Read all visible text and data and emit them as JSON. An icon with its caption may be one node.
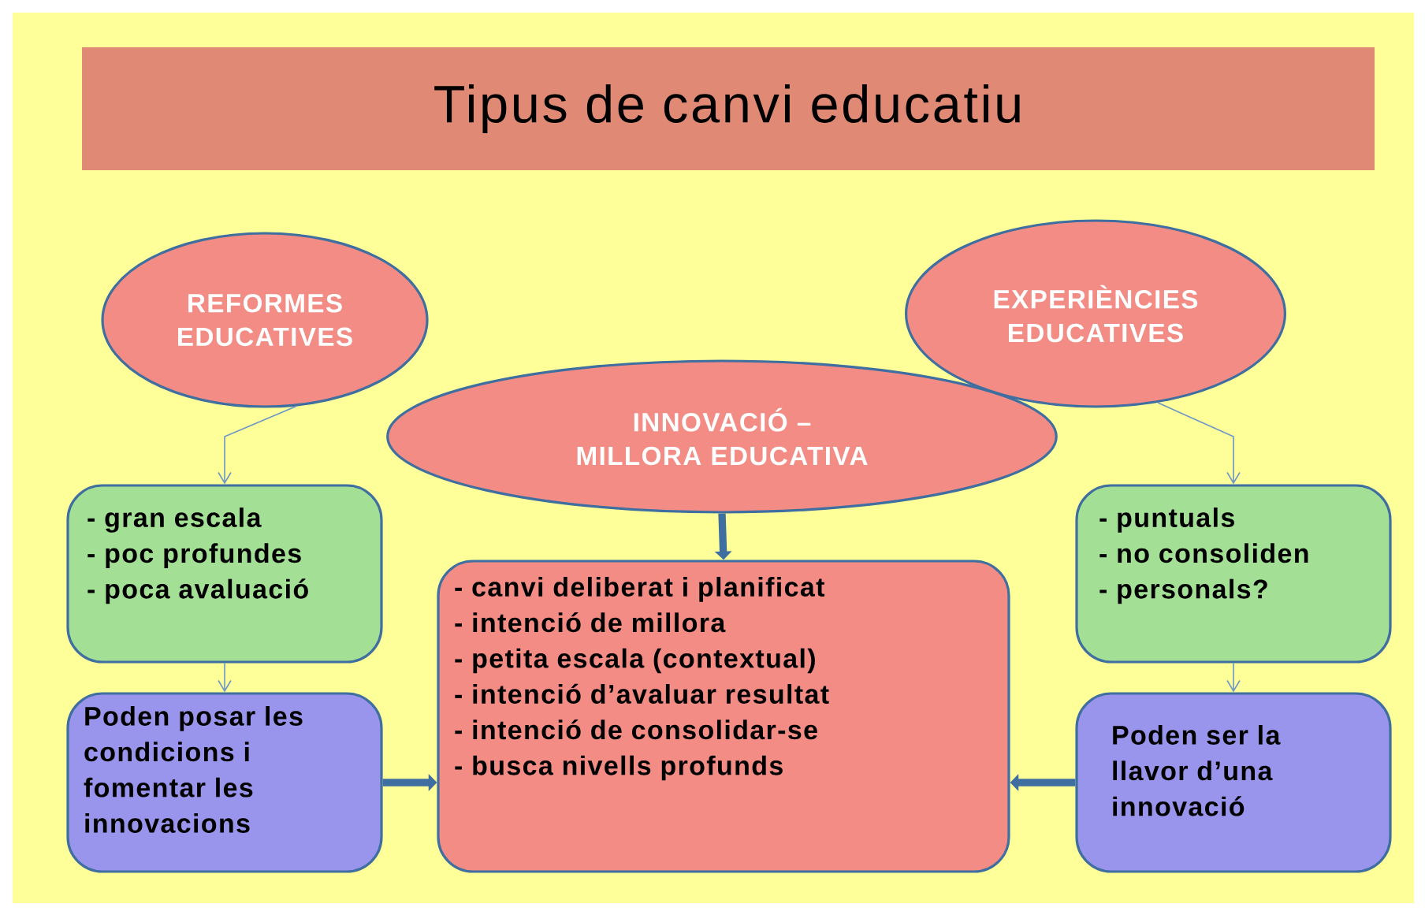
{
  "diagram": {
    "title": "Tipus de canvi educatiu",
    "nodes": [
      {
        "text": [
          "REFORMES EDUCATIVES"
        ]
      },
      {
        "text": [
          "EXPERIÈNCIES EDUCATIVES"
        ]
      },
      {
        "text": [
          "INNOVACIÓ – MILLORA EDUCATIVA"
        ]
      },
      {
        "text": [
          "- gran escala",
          "- poc profundes",
          "- poca avaluació"
        ]
      },
      {
        "text": [
          "- canvi deliberat i planificat",
          "- intenció de millora",
          "- petita escala (contextual)",
          "- intenció d’avaluar resultat",
          "- intenció de consolidar-se",
          "- busca nivells profunds"
        ]
      },
      {
        "text": [
          "- puntuals",
          "- no consoliden",
          "- personals?"
        ]
      },
      {
        "text": [
          "Poden posar les condicions i fomentar les innovacions"
        ]
      },
      {
        "text": [
          "Poden ser la llavor d’una innovació"
        ]
      }
    ],
    "edges": [
      {
        "from": 0,
        "to": 3,
        "arrow": "to"
      },
      {
        "from": 1,
        "to": 5,
        "arrow": "to"
      },
      {
        "from": 2,
        "to": 4,
        "arrow": "to",
        "style": "thick"
      },
      {
        "from": 3,
        "to": 6,
        "arrow": "to"
      },
      {
        "from": 5,
        "to": 7,
        "arrow": "to"
      },
      {
        "from": 6,
        "to": 4,
        "arrow": "to",
        "style": "thick"
      },
      {
        "from": 7,
        "to": 4,
        "arrow": "to",
        "style": "thick"
      }
    ]
  }
}
